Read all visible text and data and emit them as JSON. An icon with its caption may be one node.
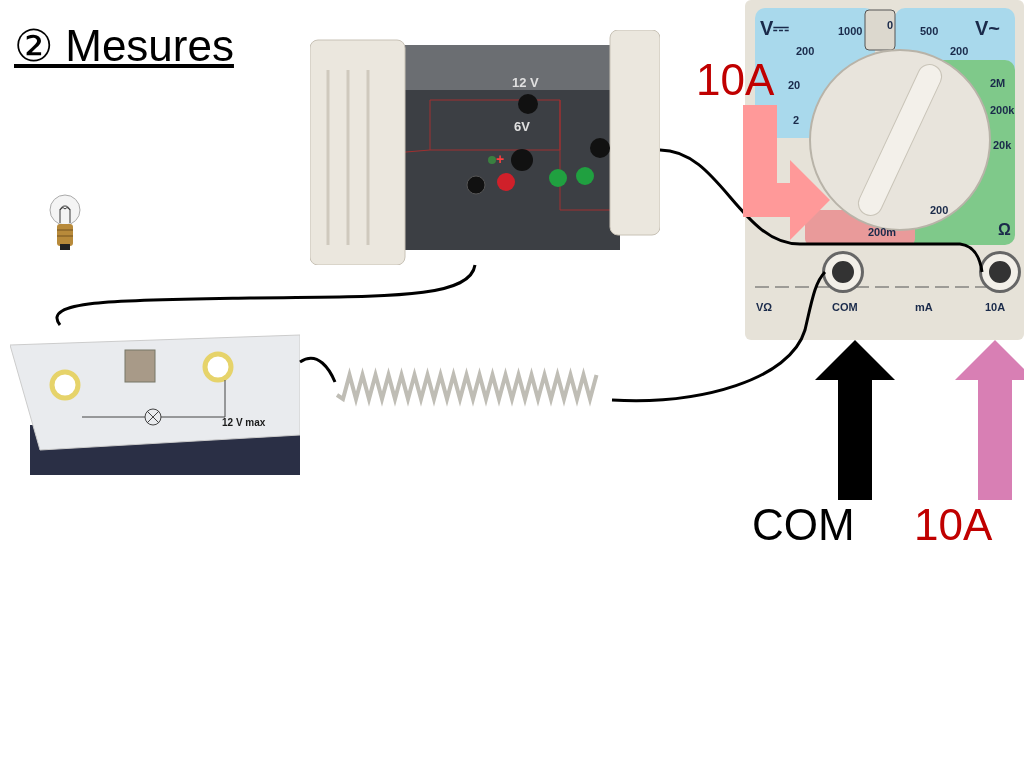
{
  "diagram": {
    "title": "② Mesures",
    "nodes": [
      {
        "text": [],
        "shape": "picture"
      },
      {
        "text": [],
        "shape": "picture"
      },
      {
        "text": [],
        "shape": "picture"
      },
      {
        "text": [],
        "shape": "picture"
      },
      {
        "text": [],
        "shape": "picture"
      },
      {
        "text": [
          "10A"
        ]
      },
      {
        "text": [
          "COM"
        ]
      },
      {
        "text": [
          "10A"
        ]
      },
      {
        "text": [],
        "shape": "circle",
        "in": 1
      },
      {
        "text": [],
        "shape": "circle",
        "in": 1
      },
      {
        "text": [],
        "shape": "circle",
        "in": 1
      }
    ],
    "edges": [
      {
        "from": 0,
        "to": 9,
        "arrow": "none"
      },
      {
        "from": 0,
        "to": 3,
        "arrow": "none"
      },
      {
        "from": 3,
        "to": 4,
        "arrow": "none"
      },
      {
        "from": 4,
        "to": 8,
        "arrow": "none"
      },
      {
        "from": 5,
        "to": 10,
        "arrow": "to",
        "style": "thick",
        "color": "#ff9999"
      },
      {
        "from": 6,
        "to": 1,
        "arrow": "to",
        "style": "thick"
      },
      {
        "from": 7,
        "to": 1,
        "arrow": "to",
        "style": "thick",
        "color": "#d87fb4"
      }
    ],
    "labels": [
      "V⎓",
      "1000",
      "0",
      "500",
      "V~",
      "200",
      "200",
      "20",
      "2M",
      "2",
      "200k",
      "20k",
      "200",
      "Ω",
      "200m",
      "VΩ",
      "COM",
      "mA",
      "10A",
      "12 V",
      "6V",
      "+",
      "12 V max"
    ]
  }
}
